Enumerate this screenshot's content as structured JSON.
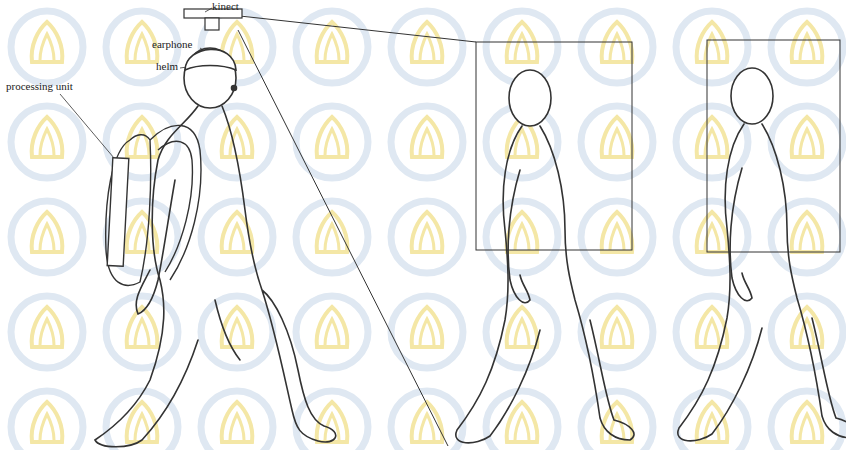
{
  "diagram": {
    "labels": [
      "kinect",
      "earphone",
      "helm",
      "processing unit"
    ]
  }
}
